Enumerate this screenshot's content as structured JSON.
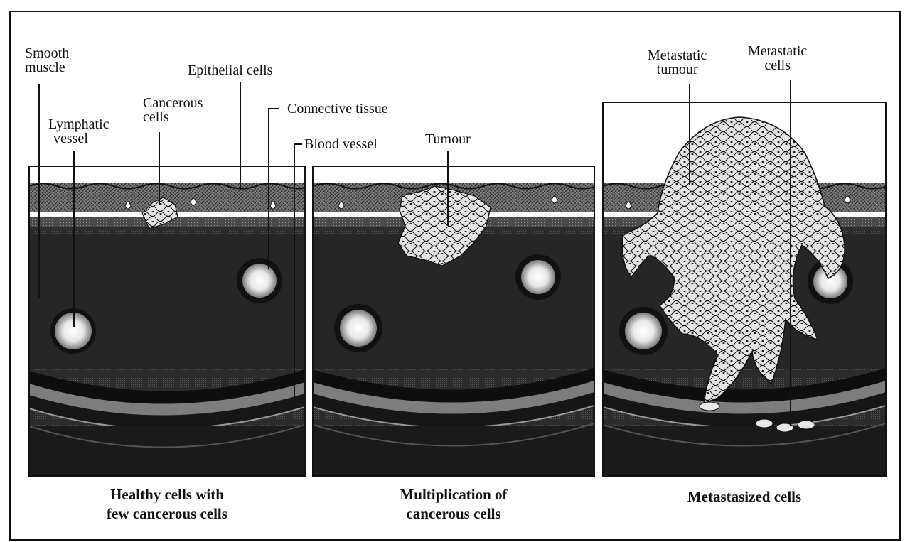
{
  "labels": {
    "smooth_muscle": [
      "Smooth",
      "muscle"
    ],
    "lymphatic_vessel": [
      "Lymphatic",
      "vessel"
    ],
    "cancerous_cells": [
      "Cancerous",
      "cells"
    ],
    "epithelial_cells": "Epithelial cells",
    "connective_tissue": "Connective tissue",
    "blood_vessel": "Blood vessel",
    "tumour": "Tumour",
    "metastatic_tumour": [
      "Metastatic",
      "tumour"
    ],
    "metastatic_cells": [
      "Metastatic",
      "cells"
    ]
  },
  "captions": {
    "panel1": [
      "Healthy cells with",
      "few cancerous cells"
    ],
    "panel2": [
      "Multiplication of",
      "cancerous cells"
    ],
    "panel3": [
      "Metastasized cells"
    ]
  },
  "colors": {
    "ink": "#111111",
    "tissue_dark": "#202020",
    "tissue_mid": "#3a3a3a",
    "epithelium": "#5b5b5b",
    "cell_fill": "#e6e6e6",
    "band_gray": "#8c8c8c"
  }
}
